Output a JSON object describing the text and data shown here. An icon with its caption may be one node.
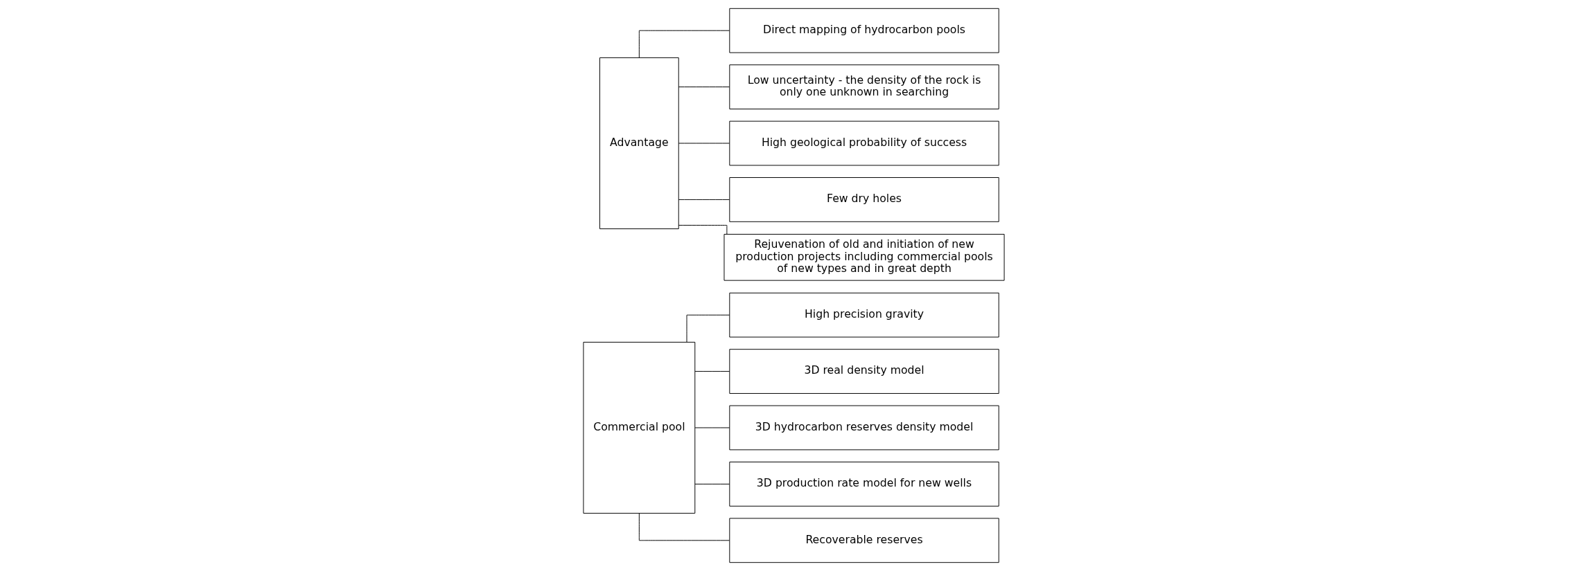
{
  "diagram": {
    "nodes": [
      {
        "text": [
          "Commercial pool"
        ]
      },
      {
        "text": [
          "High precision gravity"
        ]
      },
      {
        "text": [
          "3D real density model"
        ]
      },
      {
        "text": [
          "3D hydrocarbon reserves density model"
        ]
      },
      {
        "text": [
          "3D production rate model for new wells"
        ]
      },
      {
        "text": [
          "Recoverable reserves"
        ]
      },
      {
        "text": [
          "Advantage"
        ]
      },
      {
        "text": [
          "Direct mapping of hydrocarbon pools"
        ]
      },
      {
        "text": [
          "Low uncertainty - the density of the rock is only one unknown in searching"
        ]
      },
      {
        "text": [
          "High geological probability of success"
        ]
      },
      {
        "text": [
          "Few dry holes"
        ]
      },
      {
        "text": [
          "Rejuvenation of old and initiation of new production projects including commercial pools of new types and in great depth"
        ]
      }
    ],
    "edges": [
      {
        "from": 0,
        "to": 1,
        "arrow": "none"
      },
      {
        "from": 0,
        "to": 2,
        "arrow": "none"
      },
      {
        "from": 0,
        "to": 3,
        "arrow": "none"
      },
      {
        "from": 0,
        "to": 4,
        "arrow": "none"
      },
      {
        "from": 0,
        "to": 5,
        "arrow": "none"
      },
      {
        "from": 6,
        "to": 7,
        "arrow": "none"
      },
      {
        "from": 6,
        "to": 8,
        "arrow": "none"
      },
      {
        "from": 6,
        "to": 9,
        "arrow": "none"
      },
      {
        "from": 6,
        "to": 10,
        "arrow": "none"
      },
      {
        "from": 6,
        "to": 11,
        "arrow": "none"
      }
    ]
  }
}
